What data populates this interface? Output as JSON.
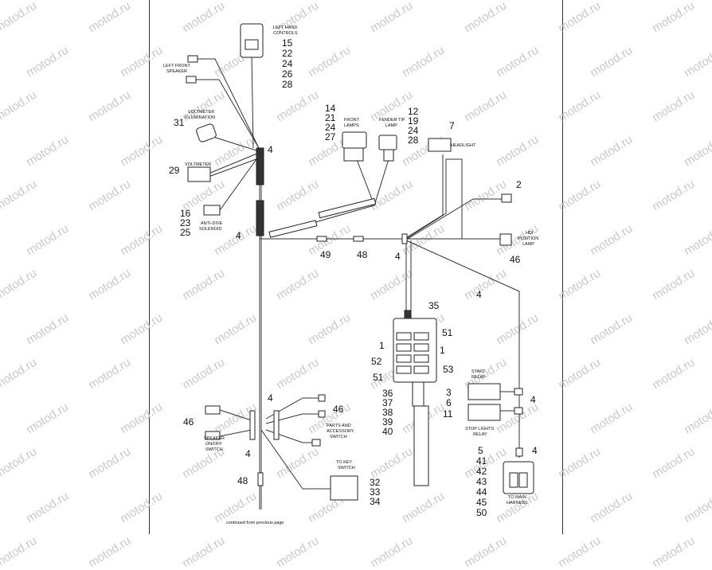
{
  "watermark": "motod.ru",
  "labels": {
    "left_hand_controls": [
      "LEFT HAND",
      "CONTROLS"
    ],
    "left_front_speaker": [
      "LEFT FRONT",
      "SPEAKER"
    ],
    "voltmeter_illumination": [
      "VOLTMETER",
      "ILLUMINATION"
    ],
    "voltmeter": "VOLTMETER",
    "anti_dive_solenoid": [
      "ANTI-DIVE",
      "SOLENOID"
    ],
    "front_lamps": [
      "FRONT",
      "LAMPS"
    ],
    "fender_tip_lamp": [
      "FENDER TIP",
      "LAMP"
    ],
    "headlight": "HEADLIGHT",
    "hdi_position_lamp": [
      "HDI",
      "POSITION",
      "LAMP"
    ],
    "start_relay": [
      "START",
      "RELAY"
    ],
    "stop_lights_relay": [
      "STOP LIGHTS",
      "RELAY"
    ],
    "to_main_harness": [
      "TO MAIN",
      "HARNESS"
    ],
    "to_key_switch": [
      "TO KEY",
      "SWITCH"
    ],
    "parts_accessory_switch": [
      "PARTS AND",
      "ACCESSORY",
      "SWITCH"
    ],
    "speaker_onoff_switch": [
      "SPEAKER",
      "ON/OFF",
      "SWITCH"
    ],
    "continued": "continued from previous page"
  },
  "callouts": {
    "left_hand_controls": [
      "15",
      "22",
      "24",
      "26",
      "28"
    ],
    "voltmeter_illumination": "31",
    "voltmeter": "29",
    "anti_dive": [
      "16",
      "23",
      "25"
    ],
    "front_lamps": [
      "14",
      "21",
      "24",
      "27"
    ],
    "fender_tip": [
      "12",
      "19",
      "24",
      "28"
    ],
    "headlight": "7",
    "hdi_top": "2",
    "hdi_position": "46",
    "c4": "4",
    "c49": "49",
    "c48": "48",
    "c35": "35",
    "c51": "51",
    "c1": "1",
    "c52": "52",
    "c53": "53",
    "fuse_block": [
      "36",
      "37",
      "38",
      "39",
      "40"
    ],
    "start_relay": [
      "3",
      "6"
    ],
    "stop_relay": "11",
    "main_harness": [
      "5",
      "41",
      "42",
      "43",
      "44",
      "45",
      "50"
    ],
    "parts_switch": "46",
    "speaker_switch": "46",
    "key_switch": [
      "32",
      "33",
      "34"
    ]
  }
}
